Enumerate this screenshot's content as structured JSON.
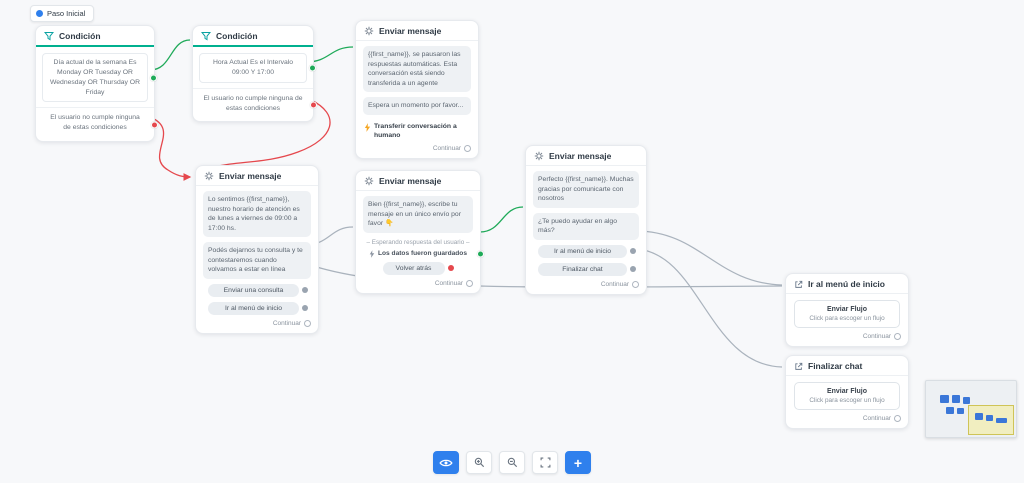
{
  "colors": {
    "accent_blue": "#2f80ed",
    "success_green": "#1faa59",
    "error_red": "#e5484d",
    "condition_header_teal": "#00b08f",
    "edge_gray": "#aab3bd",
    "minimap_viewport_yellow": "#f4ec96"
  },
  "start_badge": {
    "label": "Paso Inicial"
  },
  "nodes": {
    "cond1": {
      "title": "Condición",
      "rule": "Día actual de la semana Es Monday OR Tuesday OR Wednesday OR Thursday OR Friday",
      "fallback": "El usuario no cumple ninguna de estas condiciones"
    },
    "cond2": {
      "title": "Condición",
      "rule": "Hora Actual Es el Intervalo 09:00 Y 17:00",
      "fallback": "El usuario no cumple ninguna de estas condiciones"
    },
    "transfer": {
      "title": "Enviar mensaje",
      "bubble1": "{{first_name}}, se pausaron las respuestas automáticas. Esta conversación está siendo transferida a un agente",
      "bubble2": "Espera un momento por favor...",
      "action": "Transferir conversación a humano",
      "footer": "Continuar"
    },
    "offline": {
      "title": "Enviar mensaje",
      "bubble1": "Lo sentimos {{first_name}}, nuestro horario de atención es de lunes a viernes de 09:00 a 17:00 hs.",
      "bubble2": "Podés dejarnos tu consulta y te contestaremos cuando volvamos a estar en línea",
      "button1": "Enviar una consulta",
      "button2": "Ir al menú de inicio",
      "footer": "Continuar"
    },
    "ask": {
      "title": "Enviar mensaje",
      "bubble1": "Bien {{first_name}}, escribe tu mensaje en un único envío por favor 👇",
      "waiting": "– Esperando respuesta del usuario –",
      "saved": "Los datos fueron guardados",
      "back_button": "Volver atrás",
      "footer": "Continuar"
    },
    "thanks": {
      "title": "Enviar mensaje",
      "bubble1": "Perfecto {{first_name}}. Muchas gracias por comunicarte con nosotros",
      "bubble2": "¿Te puedo ayudar en algo más?",
      "button1": "Ir al menú de inicio",
      "button2": "Finalizar chat",
      "footer": "Continuar"
    },
    "flow_menu": {
      "title": "Ir al menú de inicio",
      "flow_label": "Enviar Flujo",
      "flow_hint": "Click para escoger un flujo",
      "footer": "Continuar"
    },
    "flow_end": {
      "title": "Finalizar chat",
      "flow_label": "Enviar Flujo",
      "flow_hint": "Click para escoger un flujo",
      "footer": "Continuar"
    }
  },
  "toolbar": {
    "icons": [
      "eye",
      "zoom-in",
      "zoom-out",
      "fit-view",
      "plus"
    ],
    "plus_label": "+"
  }
}
